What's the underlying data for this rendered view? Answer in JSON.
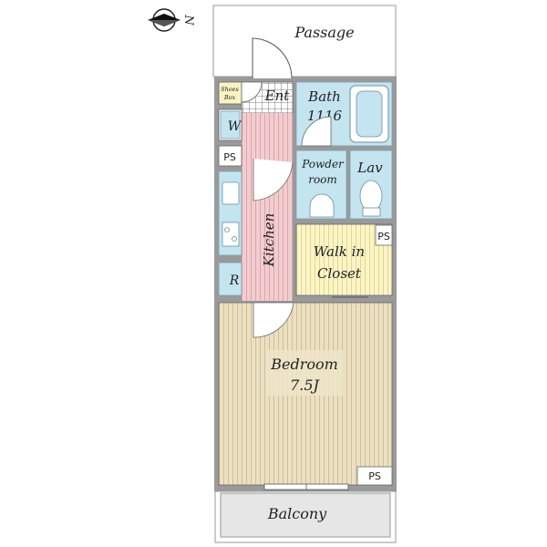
{
  "compass": {
    "label": "N"
  },
  "rooms": {
    "passage": "Passage",
    "entrance": "Ent",
    "shoes_box_line1": "Shoes",
    "shoes_box_line2": "Box",
    "bath_line1": "Bath",
    "bath_line2": "1116",
    "washer": "W",
    "ps_upper": "PS",
    "powder_line1": "Powder",
    "powder_line2": "room",
    "lavatory": "Lav",
    "kitchen": "Kitchen",
    "walkin_line1": "Walk in",
    "walkin_line2": "Closet",
    "ps_mid": "PS",
    "refrigerator": "R",
    "bedroom_line1": "Bedroom",
    "bedroom_line2": "7.5J",
    "ps_lower": "PS",
    "balcony": "Balcony"
  },
  "colors": {
    "passage_fill": "#ffffff",
    "wet_area": "#c4e4f0",
    "kitchen_floor": "#f2cdd0",
    "closet_floor": "#fbf5c6",
    "bedroom_floor": "#ece0c2",
    "balcony_floor": "#e6e6e6",
    "wall": "#9a9a9a"
  }
}
